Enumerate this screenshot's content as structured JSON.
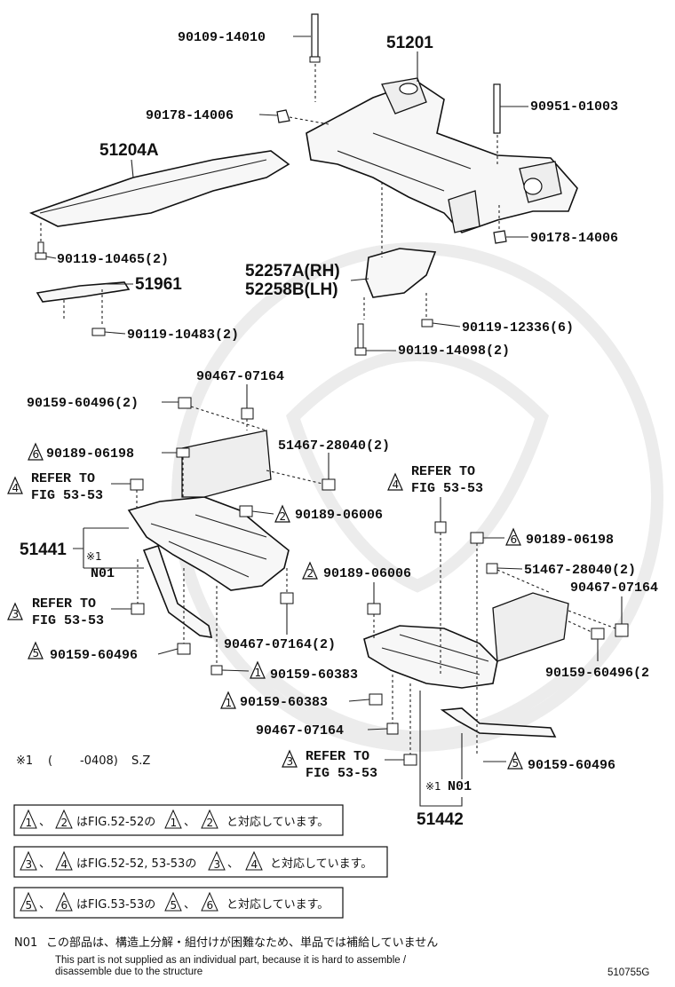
{
  "diagram": {
    "figure_code": "510755G",
    "watermark": "toyota-crest-watermark",
    "top_assembly": {
      "crossmember": "51201",
      "stud_top": "90109-14010",
      "nut_left": "90178-14006",
      "stud_right": "90951-01003",
      "nut_right": "90178-14006",
      "plate": "51204A",
      "plate_bolt": "90119-10465(2)",
      "bracket_small": "51961",
      "bracket_small_bolt": "90119-10483(2)",
      "bracket_rh": "52257A(RH)",
      "bracket_lh": "52258B(LH)",
      "bolt_12336": "90119-12336(6)",
      "bolt_14098": "90119-14098(2)"
    },
    "left_cover": {
      "part": "51441",
      "note_mark": "※1",
      "n01": "N01",
      "clip_top": "90467-07164",
      "bolt_top": "90159-60496(2)",
      "nut_28040": "51467-28040(2)",
      "tri6_bolt": "90189-06198",
      "tri6": "6",
      "tri4": "4",
      "refer4_line1": "REFER TO",
      "refer4_line2": "FIG 53-53",
      "tri2": "2",
      "tri2_bolt": "90189-06006",
      "tri3": "3",
      "refer3_line1": "REFER TO",
      "refer3_line2": "FIG 53-53",
      "tri5": "5",
      "tri5_bolt": "90159-60496",
      "clip_bottom": "90467-07164(2)"
    },
    "right_cover": {
      "part": "51442",
      "note_mark": "※1",
      "n01": "N01",
      "tri4": "4",
      "refer4_line1": "REFER TO",
      "refer4_line2": "FIG 53-53",
      "tri6": "6",
      "tri6_bolt": "90189-06198",
      "nut_28040": "51467-28040(2)",
      "clip_right": "90467-07164",
      "tri2": "2",
      "tri2_bolt": "90189-06006",
      "bolt_right": "90159-60496(2",
      "tri1a": "1",
      "tri1a_bolt": "90159-60383",
      "tri1b": "1",
      "tri1b_bolt": "90159-60383",
      "clip_bottom": "90467-07164",
      "tri3": "3",
      "refer3_line1": "REFER TO",
      "refer3_line2": "FIG 53-53",
      "tri5": "5",
      "tri5_bolt": "90159-60496"
    },
    "footnote": {
      "mark": "※1",
      "open_paren": "(",
      "code": "-0408)",
      "grade": "S.Z"
    },
    "legend": [
      {
        "a": "1",
        "b": "2",
        "text": "はFIG.52-52の",
        "a2": "1",
        "b2": "2",
        "suffix": "と対応しています。"
      },
      {
        "a": "3",
        "b": "4",
        "text": "はFIG.52-52, 53-53の",
        "a2": "3",
        "b2": "4",
        "suffix": "と対応しています。"
      },
      {
        "a": "5",
        "b": "6",
        "text": "はFIG.53-53の",
        "a2": "5",
        "b2": "6",
        "suffix": "と対応しています。"
      }
    ],
    "legend_sep": "、",
    "n01_note": {
      "code": "N01",
      "japanese": "この部品は、構造上分解・組付けが困難なため、単品では補給していません",
      "english_line1": "This part is not supplied as an individual part, because it is hard to assemble /",
      "english_line2": "disassemble due to the structure"
    }
  }
}
